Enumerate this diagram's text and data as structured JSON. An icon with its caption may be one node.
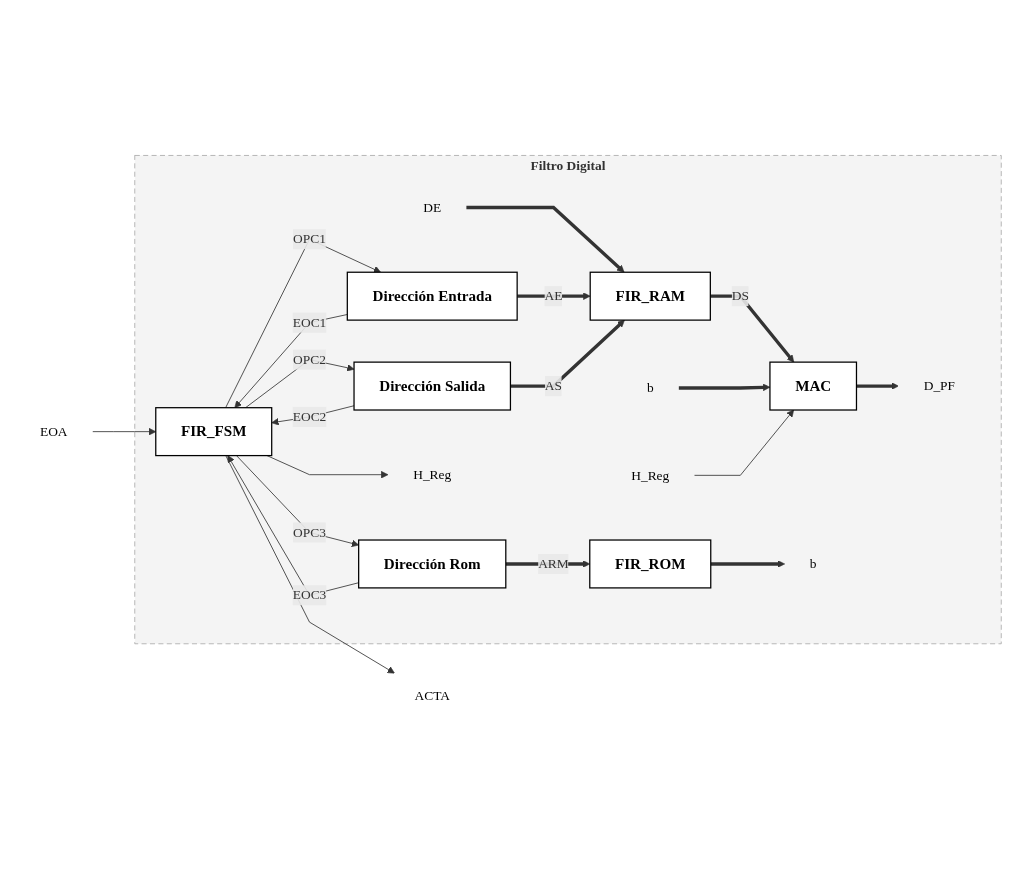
{
  "diagram": {
    "nodes": [
      {
        "text": [
          "Filtro Digital"
        ]
      },
      {
        "text": [
          "FIR_FSM"
        ],
        "in": 0
      },
      {
        "text": [
          "FIR_RAM"
        ],
        "in": 0
      },
      {
        "text": [
          "MAC"
        ],
        "in": 0
      },
      {
        "text": [
          "Dirección Entrada"
        ],
        "in": 0
      },
      {
        "text": [
          "Dirección Salida"
        ],
        "in": 0
      },
      {
        "text": [
          "FIR_ROM"
        ],
        "in": 0
      },
      {
        "text": [
          "Dirección Rom"
        ],
        "in": 0
      },
      {
        "text": [
          "ACTA"
        ]
      },
      {
        "text": [
          "EOA"
        ]
      },
      {
        "text": [
          "H_Reg"
        ],
        "in": 0
      },
      {
        "text": [
          "DE"
        ],
        "in": 0
      },
      {
        "text": [
          "b"
        ],
        "in": 0
      },
      {
        "text": [
          "D_PF"
        ],
        "in": 0
      },
      {
        "text": [
          "H_Reg"
        ],
        "in": 0
      },
      {
        "text": [
          "b"
        ],
        "in": 0
      }
    ],
    "edges": [
      {
        "from": 1,
        "to": 8,
        "arrow": "to"
      },
      {
        "from": 9,
        "to": 1,
        "arrow": "to"
      },
      {
        "from": 1,
        "to": 10,
        "arrow": "to"
      },
      {
        "from": 11,
        "to": 2,
        "arrow": "to",
        "style": "thick"
      },
      {
        "from": 2,
        "to": 3,
        "arrow": "to",
        "label": "DS",
        "style": "thick"
      },
      {
        "from": 12,
        "to": 3,
        "arrow": "to",
        "style": "thick"
      },
      {
        "from": 3,
        "to": 13,
        "arrow": "to",
        "style": "thick"
      },
      {
        "from": 14,
        "to": 3,
        "arrow": "to"
      },
      {
        "from": 1,
        "to": 4,
        "arrow": "to",
        "label": "OPC1"
      },
      {
        "from": 4,
        "to": 1,
        "arrow": "to",
        "label": "EOC1"
      },
      {
        "from": 4,
        "to": 2,
        "arrow": "to",
        "label": "AE",
        "style": "thick"
      },
      {
        "from": 1,
        "to": 5,
        "arrow": "to",
        "label": "OPC2"
      },
      {
        "from": 5,
        "to": 1,
        "arrow": "to",
        "label": "EOC2"
      },
      {
        "from": 5,
        "to": 2,
        "arrow": "to",
        "label": "AS",
        "style": "thick"
      },
      {
        "from": 1,
        "to": 7,
        "arrow": "to",
        "label": "OPC3"
      },
      {
        "from": 7,
        "to": 1,
        "arrow": "to",
        "label": "EOC3"
      },
      {
        "from": 7,
        "to": 6,
        "arrow": "to",
        "label": "ARM",
        "style": "thick"
      },
      {
        "from": 6,
        "to": 15,
        "arrow": "to",
        "style": "thick"
      }
    ]
  }
}
